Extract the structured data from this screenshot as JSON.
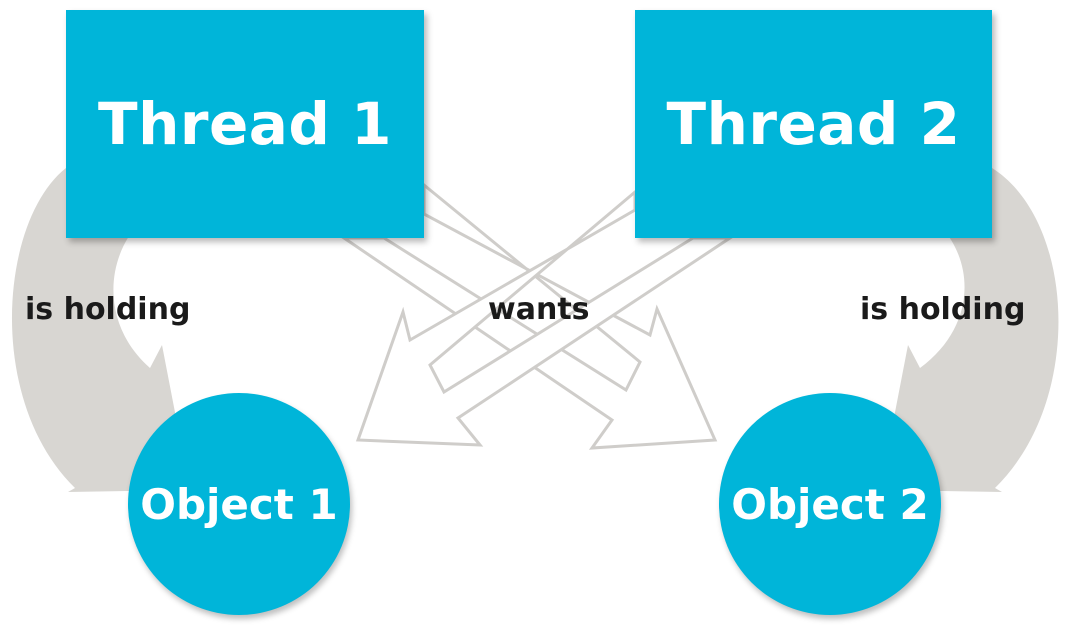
{
  "threads": [
    {
      "label": "Thread 1"
    },
    {
      "label": "Thread 2"
    }
  ],
  "objects": [
    {
      "label": "Object 1"
    },
    {
      "label": "Object 2"
    }
  ],
  "relations": {
    "holding_left": "is holding",
    "wants": "wants",
    "holding_right": "is holding"
  },
  "colors": {
    "node_fill": "#00b5d9",
    "node_text": "#ffffff",
    "holding_arrow": "#d8d6d2",
    "wants_arrow_outline": "#cfcdca",
    "label_text": "#1a1a1a"
  }
}
